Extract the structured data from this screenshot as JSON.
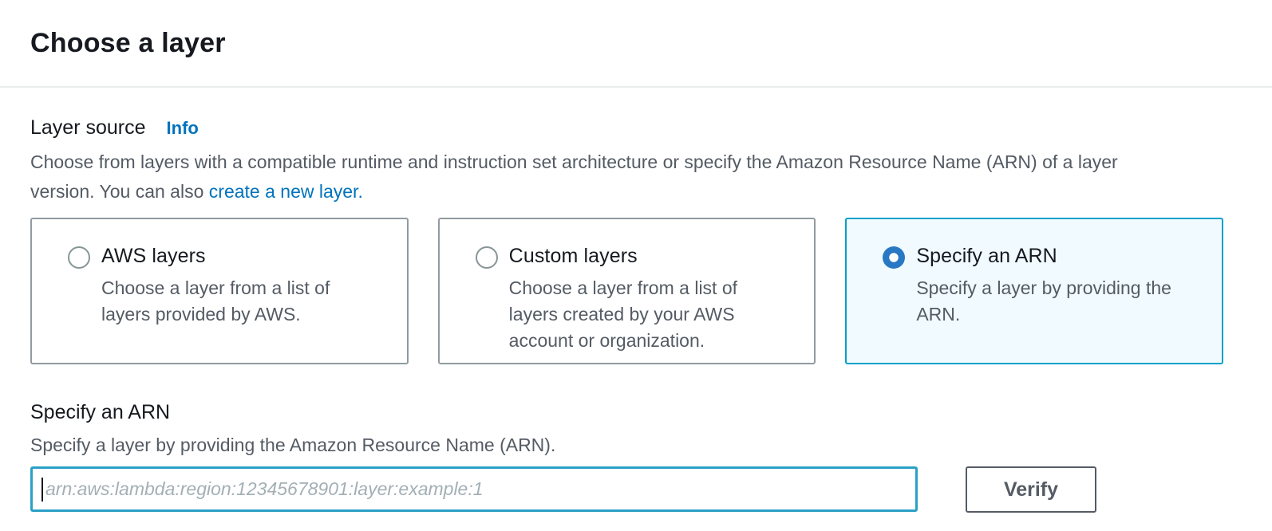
{
  "page": {
    "title": "Choose a layer"
  },
  "layer_source": {
    "label": "Layer source",
    "info_link": "Info",
    "description": "Choose from layers with a compatible runtime and instruction set architecture or specify the Amazon Resource Name (ARN) of a layer version. You can also ",
    "create_link": "create a new layer."
  },
  "options": [
    {
      "title": "AWS layers",
      "description": "Choose a layer from a list of layers provided by AWS.",
      "selected": false
    },
    {
      "title": "Custom layers",
      "description": "Choose a layer from a list of layers created by your AWS account or organization.",
      "selected": false
    },
    {
      "title": "Specify an ARN",
      "description": "Specify a layer by providing the ARN.",
      "selected": true
    }
  ],
  "arn_section": {
    "heading": "Specify an ARN",
    "description": "Specify a layer by providing the Amazon Resource Name (ARN).",
    "input_value": "",
    "input_placeholder": "arn:aws:lambda:region:12345678901:layer:example:1",
    "verify_button": "Verify"
  },
  "colors": {
    "text_dark": "#16191f",
    "text_gray": "#545b64",
    "link_blue": "#0073bb",
    "selected_border": "#00a1c9",
    "selected_bg": "#f1faff",
    "radio_blue": "#2878c3",
    "tile_border": "#919ba1",
    "header_divider": "#eaeded"
  }
}
